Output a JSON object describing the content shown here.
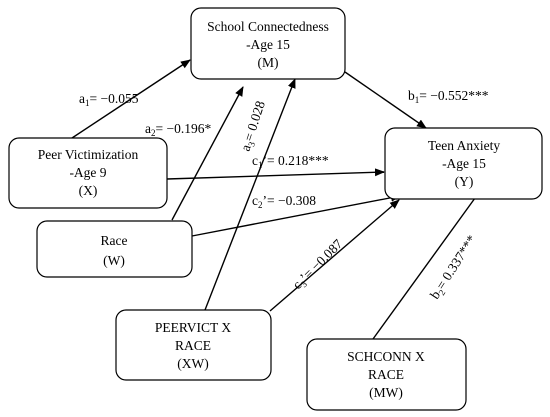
{
  "nodes": {
    "M": {
      "lines": [
        "School Connectedness",
        "-Age 15",
        "(M)"
      ]
    },
    "X": {
      "lines": [
        "Peer Victimization",
        "-Age 9",
        "(X)"
      ]
    },
    "Y": {
      "lines": [
        "Teen Anxiety",
        "-Age 15",
        "(Y)"
      ]
    },
    "W": {
      "lines": [
        "Race",
        "(W)"
      ]
    },
    "XW": {
      "lines": [
        "PEERVICT X",
        "RACE",
        "(XW)"
      ]
    },
    "MW": {
      "lines": [
        "SCHCONN X",
        "RACE",
        "(MW)"
      ]
    }
  },
  "edges": {
    "a1": {
      "base": "a",
      "sub": "1",
      "value": "= −0.055"
    },
    "a2": {
      "base": "a",
      "sub": "2",
      "value": "= −0.196*"
    },
    "a3": {
      "base": "a",
      "sub": "3",
      "value": "= 0.028"
    },
    "b1": {
      "base": "b",
      "sub": "1",
      "value": "= −0.552***"
    },
    "b2": {
      "base": "b",
      "sub": "2",
      "value": "= 0.337***"
    },
    "c1": {
      "base": "c",
      "sub": "1",
      "value": "’= 0.218***"
    },
    "c2": {
      "base": "c",
      "sub": "2",
      "value": "’= −0.308"
    },
    "c3": {
      "base": "c",
      "sub": "3",
      "value": "’= −0.087"
    }
  },
  "colors": {
    "stroke": "#000000",
    "background": "#ffffff"
  }
}
